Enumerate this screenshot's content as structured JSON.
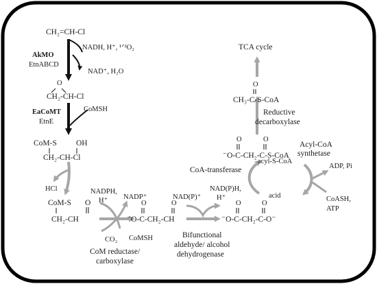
{
  "molecules": {
    "vinyl_chloride": "CH₂=CH-Cl",
    "epoxide_O": "O",
    "epoxide": "CH₂-CH-Cl",
    "comsh_adduct_top": "CoM-S",
    "comsh_adduct_oh": "OH",
    "comsh_adduct_bottom": "CH₂-CH-Cl",
    "aldehyde_top": "CoM-S",
    "aldehyde_o": "O",
    "aldehyde_bottom": "CH₂-CH",
    "malonate_semialdehyde_o1": "O",
    "malonate_semialdehyde_o2": "O",
    "malonate_semialdehyde": "⁻O-C-CH₂-CH",
    "malonate_o1": "O",
    "malonate_o2": "O",
    "malonate": "⁻O-C-CH₂-C-O⁻",
    "malonyl_coa_o1": "O",
    "malonyl_coa_o2": "O",
    "malonyl_coa": "⁻O-C-CH₂-C-S-CoA",
    "acetyl_coa_o": "O",
    "acetyl_coa": "CH₃-C-S-CoA",
    "tca_cycle": "TCA cycle"
  },
  "enzymes": {
    "akmo": "AkMO",
    "etnabcd": "EtnABCD",
    "eacomt": "EaCoMT",
    "etne": "EtnE",
    "com_reductase_1": "CoM reductase/",
    "com_reductase_2": "carboxylase",
    "bifunctional_1": "Bifunctional",
    "bifunctional_2": "aldehyde/ alcohol",
    "bifunctional_3": "dehydrogenase",
    "coa_transferase": "CoA-transferase",
    "acyl_coa_synthetase_1": "Acyl-CoA",
    "acyl_coa_synthetase_2": "synthetase",
    "reductive_decarboxylase_1": "Reductive",
    "reductive_decarboxylase_2": "decarboxylase"
  },
  "cofactors": {
    "nadh": "NADH, H⁺, ¹ᐟ²O₂",
    "nad_h2o": "NAD⁺, H₂O",
    "comsh_in": "CoMSH",
    "hcl": "HCl",
    "nadph": "NADPH,",
    "nadph_h": "H⁺",
    "nadp": "NADP⁺",
    "co2": "CO₂",
    "comsh_out": "CoMSH",
    "nadp_in": "NAD(P)⁺",
    "nadph_out_1": "NAD(P)H,",
    "nadph_out_2": "H⁺",
    "acyl_s_coa": "acyl-S-CoA",
    "acid": "acid",
    "adp_pi": "ADP, Pi",
    "coash": "CoASH,",
    "atp": "ATP"
  },
  "colors": {
    "frame": "#000000",
    "main_arrow": "#111111",
    "grey_arrow": "#a6a6a6",
    "text": "#1a1a1a"
  }
}
